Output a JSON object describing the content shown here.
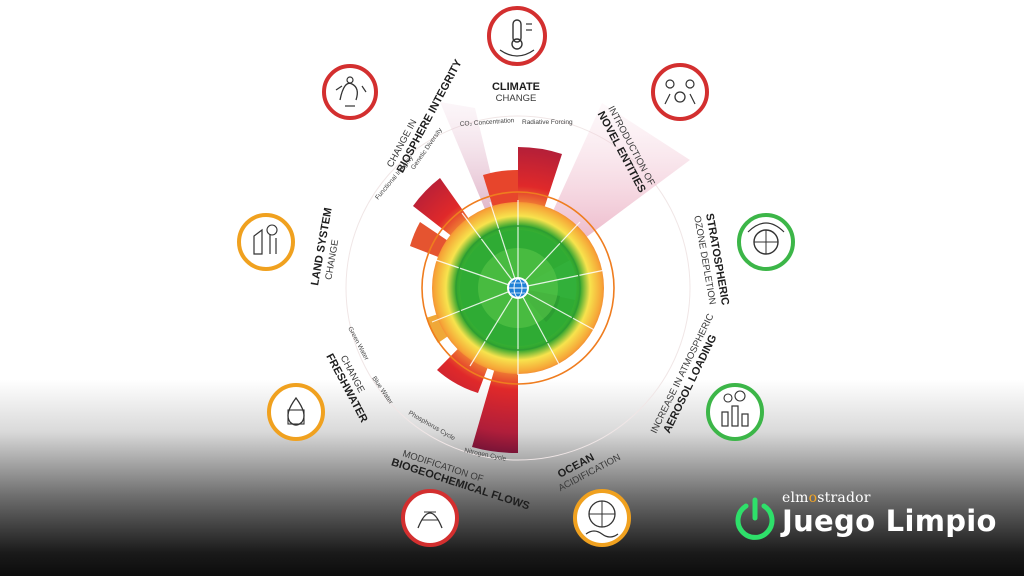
{
  "center": {
    "label_climate_1": "CLIMATE",
    "label_climate_2": "CHANGE",
    "label_novel_1": "INTRODUCTION OF",
    "label_novel_2": "NOVEL ENTITIES",
    "label_ozone_1": "STRATOSPHERIC",
    "label_ozone_2": "OZONE DEPLETION",
    "label_aerosol_1": "INCREASE IN ATMOSPHERIC",
    "label_aerosol_2": "AEROSOL LOADING",
    "label_ocean_1": "OCEAN",
    "label_ocean_2": "ACIDIFICATION",
    "label_bio_1": "MODIFICATION OF",
    "label_bio_2": "BIOGEOCHEMICAL FLOWS",
    "label_fresh_1": "FRESHWATER",
    "label_fresh_2": "CHANGE",
    "label_land_1": "LAND SYSTEM",
    "label_land_2": "CHANGE",
    "label_biosphere_1": "CHANGE IN",
    "label_biosphere_2": "BIOSPHERE INTEGRITY",
    "sub_co2": "CO₂ Concentration",
    "sub_radiative": "Radiative Forcing",
    "sub_genetic": "Genetic Diversity",
    "sub_functional": "Functional Integrity",
    "sub_green_water": "Green Water",
    "sub_blue_water": "Blue Water",
    "sub_phosphorus": "Phosphorus Cycle",
    "sub_nitrogen": "Nitrogen Cycle"
  },
  "colors": {
    "safe": "#2fae2f",
    "caution": "#f6c042",
    "high": "#e0292a",
    "extreme": "#7a1438",
    "ring_red": "#d32f2f",
    "ring_orange": "#f0a11f",
    "ring_green": "#3cb648",
    "brand_green": "#2ee06a"
  },
  "brand": {
    "top_a": "el",
    "top_o": "o",
    "top_b": "strador",
    "top_m": "m",
    "name": "Juego Limpio"
  }
}
